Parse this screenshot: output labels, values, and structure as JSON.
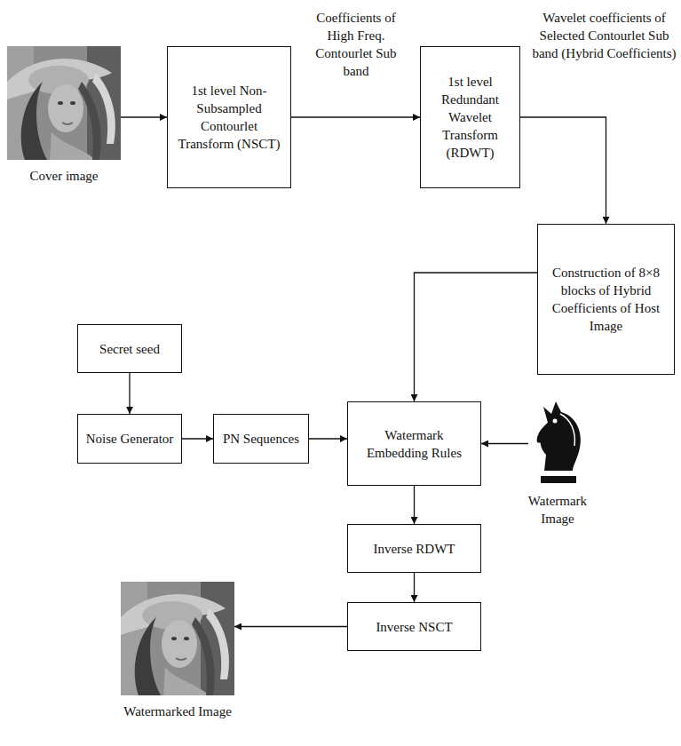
{
  "diagram": {
    "nodes": [
      {
        "text": [
          "Cover image"
        ]
      },
      {
        "text": [
          "1st level Non-Subsampled Contourlet Transform (NSCT)"
        ]
      },
      {
        "text": [
          "1st level Redundant Wavelet Transform (RDWT)"
        ]
      },
      {
        "text": [
          "Construction of 8×8 blocks of Hybrid Coefficients of Host Image"
        ]
      },
      {
        "text": [
          "Secret seed"
        ]
      },
      {
        "text": [
          "Noise Generator"
        ]
      },
      {
        "text": [
          "PN Sequences"
        ]
      },
      {
        "text": [
          "Watermark Embedding Rules"
        ]
      },
      {
        "text": [
          "Watermark Image"
        ]
      },
      {
        "text": [
          "Inverse RDWT"
        ]
      },
      {
        "text": [
          "Inverse NSCT"
        ]
      },
      {
        "text": [
          "Watermarked Image"
        ]
      }
    ],
    "edges": [
      {
        "from": 0,
        "to": 1,
        "arrow": "to"
      },
      {
        "from": 1,
        "to": 2,
        "arrow": "to",
        "label": "Coefficients of High Freq. Contourlet Sub band"
      },
      {
        "from": 2,
        "to": 3,
        "arrow": "to",
        "label": "Wavelet coefficients of Selected Contourlet Sub band (Hybrid Coefficients)"
      },
      {
        "from": 3,
        "to": 7,
        "arrow": "to"
      },
      {
        "from": 4,
        "to": 5,
        "arrow": "to"
      },
      {
        "from": 5,
        "to": 6,
        "arrow": "to"
      },
      {
        "from": 6,
        "to": 7,
        "arrow": "to"
      },
      {
        "from": 8,
        "to": 7,
        "arrow": "to"
      },
      {
        "from": 7,
        "to": 9,
        "arrow": "to"
      },
      {
        "from": 9,
        "to": 10,
        "arrow": "to"
      },
      {
        "from": 10,
        "to": 11,
        "arrow": "to"
      }
    ]
  }
}
